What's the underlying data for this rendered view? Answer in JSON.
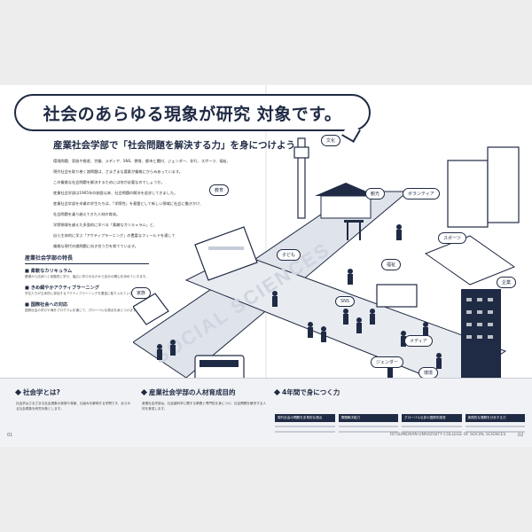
{
  "headline": "社会のあらゆる現象が研究 対象です。",
  "subtitle": "産業社会学部で「社会問題を解決する力」を身につけよう",
  "body_lines": [
    "環境問題、家族や格差、労働、メディア、SNS、教育、都市と農村、ジェンダー、非行、スポーツ、福祉、教育",
    "現代社会を取り巻く諸問題は、さまざまな要素が複雑にからみあっています。",
    "この複雑な社会問題を解決するためには何が必要なのでしょうか。",
    "産業社会学部は1965年の創設以来、社会問題の解決を追求してきました。",
    "産業社会学部を卒業の学生たちは、「学際性」を基盤として新しい領域に社会に働きかけ、",
    "社会問題を乗り越えてきた人材の育成。",
    "学際領域を越えた多面的に学べる「素敵なカリキュラム」と、",
    "自ら主体的に学ぶ「アクティブラーニング」の豊富なフィールドを通して",
    "複雑な現代の諸問題に向き合う力を育てています。"
  ],
  "features": {
    "title": "産業社会学部の特長",
    "items": [
      {
        "heading": "■ 柔軟なカリキュラム",
        "text": "基礎から応用へと段階的に学び、幅広い学びのなかから自分の関心を深めていきます。"
      },
      {
        "heading": "■ きめ細やかアクティブラーニング",
        "text": "学生たちが主体的に参加するアクティブラーニングを豊富に取り入れています。"
      },
      {
        "heading": "■ 国際社会への対応",
        "text": "国際社会の学びや海外プログラムを通じて、グローバルな視点を身につけます。"
      }
    ]
  },
  "map_labels": {
    "culture": "文化",
    "education": "教育",
    "tourism": "観光",
    "volunteer": "ボランティア",
    "children": "子ども",
    "sports": "スポーツ",
    "welfare": "福祉",
    "family": "家族",
    "sns": "SNS",
    "business": "企業",
    "media": "メディア",
    "gender": "ジェンダー",
    "environment": "環境"
  },
  "street_text": "SOCIAL SCIENCES",
  "bottom": {
    "section1": {
      "title": "社会学とは?",
      "text": "社会学はさまざまな社会現象の実態や背景、仕組みを解明する学問です。あらゆる社会現象を研究対象とします。"
    },
    "section2": {
      "title": "産業社会学部の人材育成目的",
      "text": "産業社会学部は、社会諸科学に関する教養と専門性を身につけ、社会問題を解決する人材を育成します。"
    },
    "section3": {
      "title": "4年間で身につく力"
    },
    "skills": [
      "現代社会の問題を多角的な視点",
      "課題解決能力",
      "グローバルな多の国際的感覚",
      "実践的な課題を分析する力"
    ]
  },
  "page_left": "01",
  "page_right": "02",
  "footer": "RITSUMEIKAN UNIVERSITY COLLEGE OF SOCIAL SCIENCES"
}
